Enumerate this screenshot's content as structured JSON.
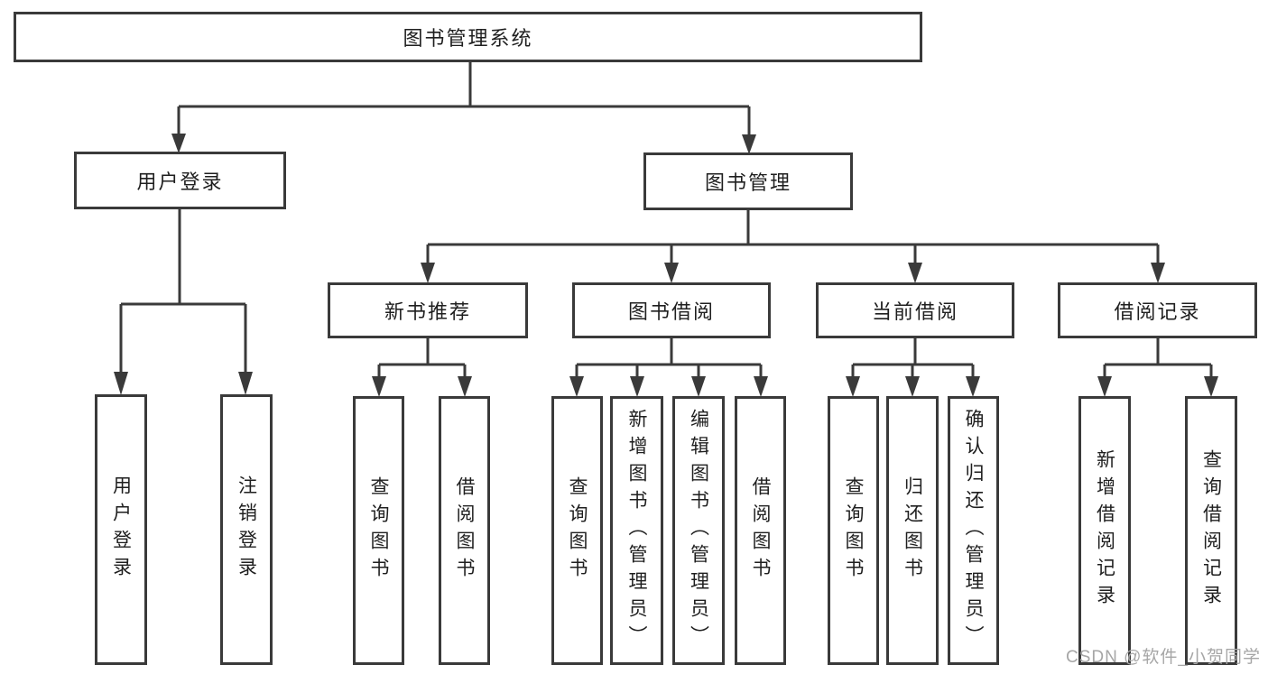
{
  "tree": {
    "label": "图书管理系统",
    "children": [
      {
        "label": "用户登录",
        "children": [
          {
            "label": "用户登录"
          },
          {
            "label": "注销登录"
          }
        ]
      },
      {
        "label": "图书管理",
        "children": [
          {
            "label": "新书推荐",
            "children": [
              {
                "label": "查询图书"
              },
              {
                "label": "借阅图书"
              }
            ]
          },
          {
            "label": "图书借阅",
            "children": [
              {
                "label": "查询图书"
              },
              {
                "label": "新增图书（管理员）"
              },
              {
                "label": "编辑图书（管理员）"
              },
              {
                "label": "借阅图书"
              }
            ]
          },
          {
            "label": "当前借阅",
            "children": [
              {
                "label": "查询图书"
              },
              {
                "label": "归还图书"
              },
              {
                "label": "确认归还（管理员）"
              }
            ]
          },
          {
            "label": "借阅记录",
            "children": [
              {
                "label": "新增借阅记录"
              },
              {
                "label": "查询借阅记录"
              }
            ]
          }
        ]
      }
    ]
  },
  "watermark": {
    "text": "CSDN @软件_小贺同学"
  },
  "colors": {
    "line": "#3a3a3a",
    "text": "#1f1f1f",
    "watermark": "#a6a6a6",
    "background": "#ffffff"
  }
}
